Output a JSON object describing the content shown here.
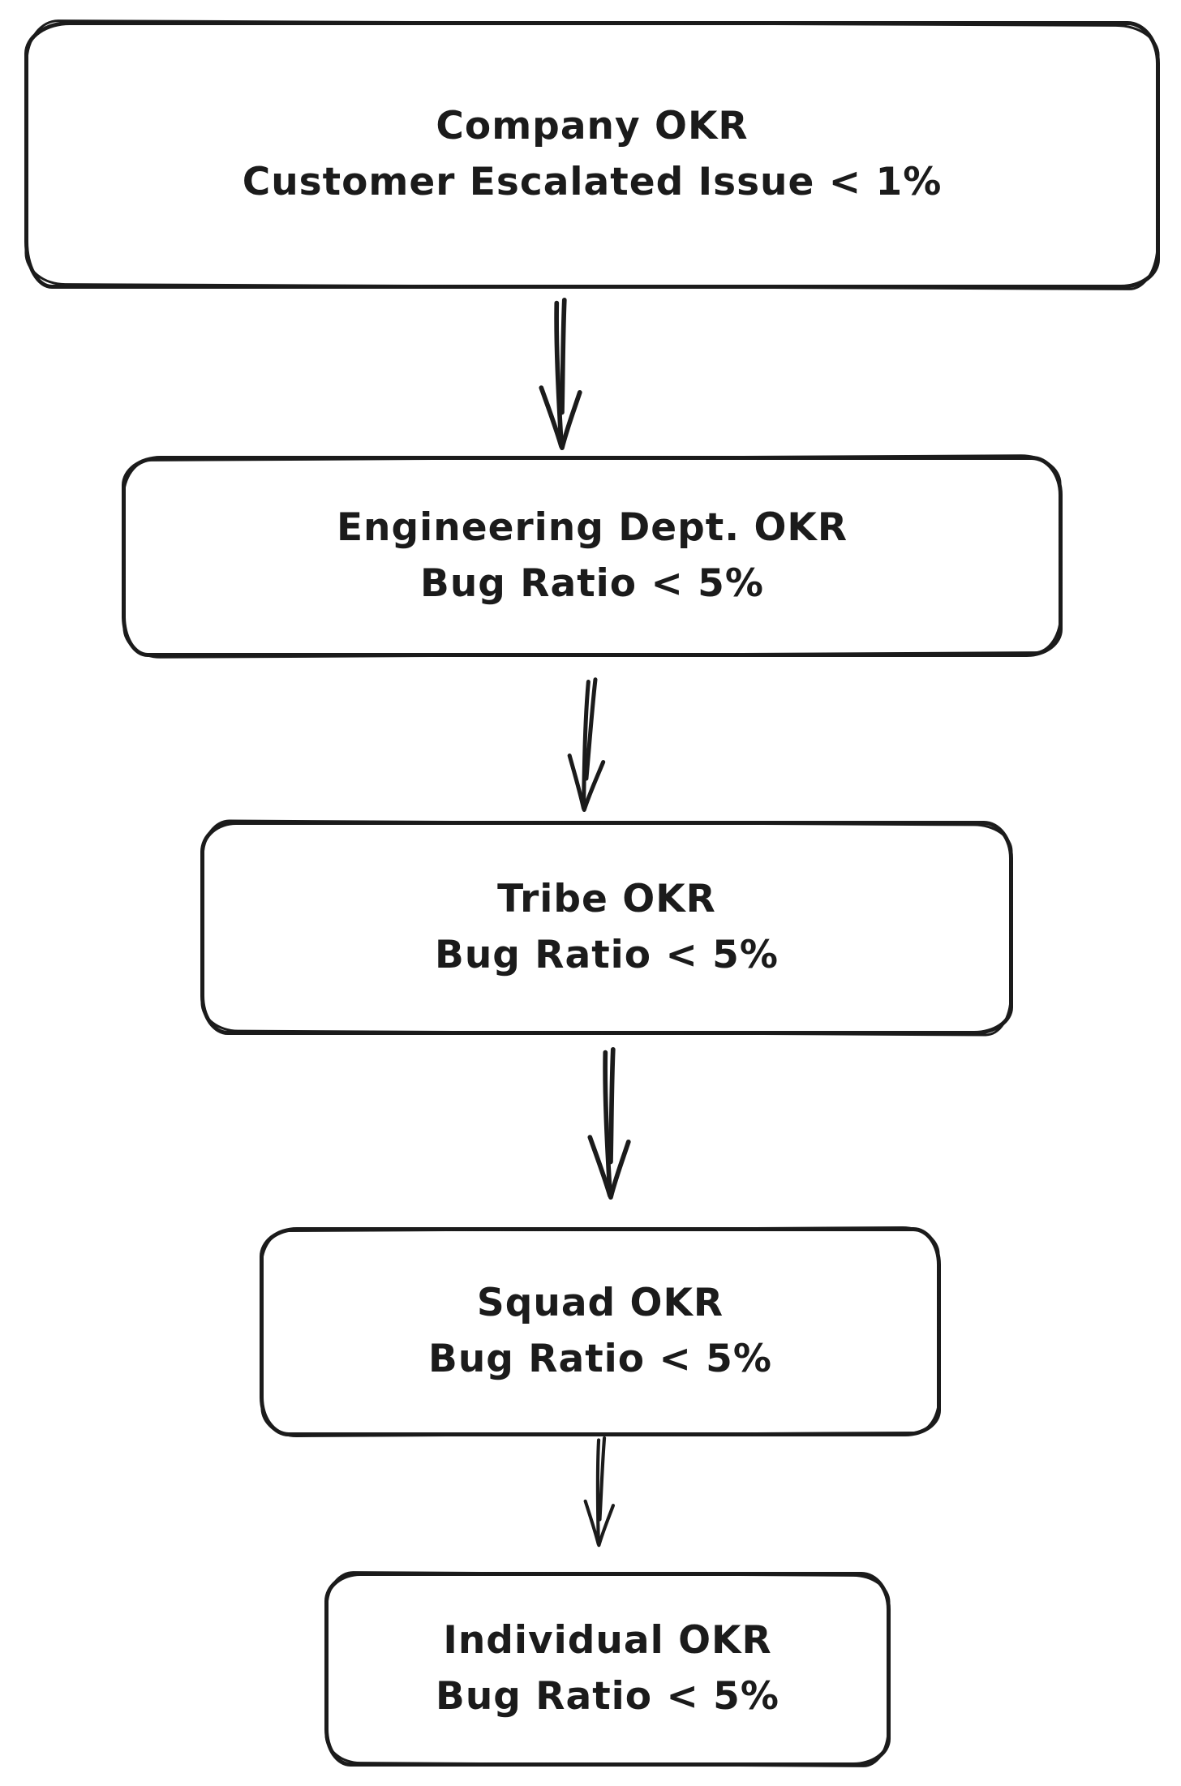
{
  "diagram": {
    "type": "flowchart",
    "style": "hand-drawn",
    "colors": {
      "ink": "#1b1b1b",
      "background": "#ffffff"
    },
    "nodes": [
      {
        "id": "company",
        "title": "Company OKR",
        "metric": "Customer Escalated Issue < 1%"
      },
      {
        "id": "engineering",
        "title": "Engineering Dept. OKR",
        "metric": "Bug Ratio < 5%"
      },
      {
        "id": "tribe",
        "title": "Tribe OKR",
        "metric": "Bug Ratio < 5%"
      },
      {
        "id": "squad",
        "title": "Squad OKR",
        "metric": "Bug Ratio < 5%"
      },
      {
        "id": "individual",
        "title": "Individual OKR",
        "metric": "Bug Ratio < 5%"
      }
    ],
    "edges": [
      {
        "from": "company",
        "to": "engineering",
        "direction": "down"
      },
      {
        "from": "engineering",
        "to": "tribe",
        "direction": "down"
      },
      {
        "from": "tribe",
        "to": "squad",
        "direction": "down"
      },
      {
        "from": "squad",
        "to": "individual",
        "direction": "down"
      }
    ]
  }
}
